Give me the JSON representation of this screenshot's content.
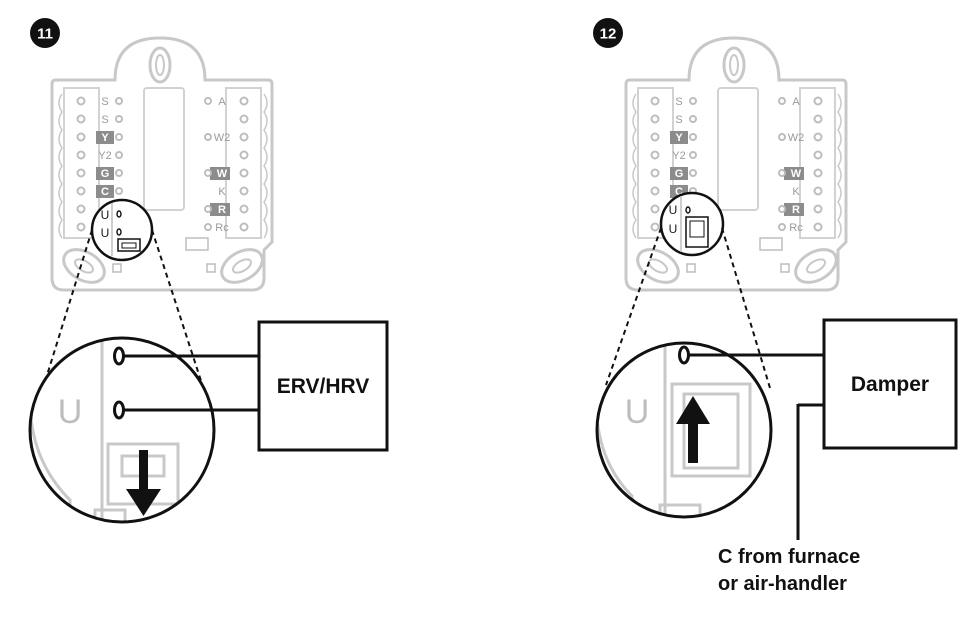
{
  "steps": [
    {
      "number": "11",
      "left_labels": [
        "S",
        "S",
        "Y",
        "Y2",
        "G",
        "C",
        "U",
        "U"
      ],
      "right_labels": [
        "A",
        "W2",
        "W",
        "K",
        "R",
        "Rc"
      ],
      "highlighted_left": [
        "Y",
        "G",
        "C"
      ],
      "highlighted_right": [
        "W",
        "R"
      ],
      "zoom_label": "U",
      "device": "ERV/HRV",
      "switch_direction": "down"
    },
    {
      "number": "12",
      "left_labels": [
        "S",
        "S",
        "Y",
        "Y2",
        "G",
        "C",
        "U",
        "U"
      ],
      "right_labels": [
        "A",
        "W2",
        "W",
        "K",
        "R",
        "Rc"
      ],
      "highlighted_left": [
        "Y",
        "G",
        "C"
      ],
      "highlighted_right": [
        "W",
        "R"
      ],
      "zoom_label": "U",
      "device": "Damper",
      "switch_direction": "up",
      "note_line1": "C from furnace",
      "note_line2": "or air-handler"
    }
  ]
}
